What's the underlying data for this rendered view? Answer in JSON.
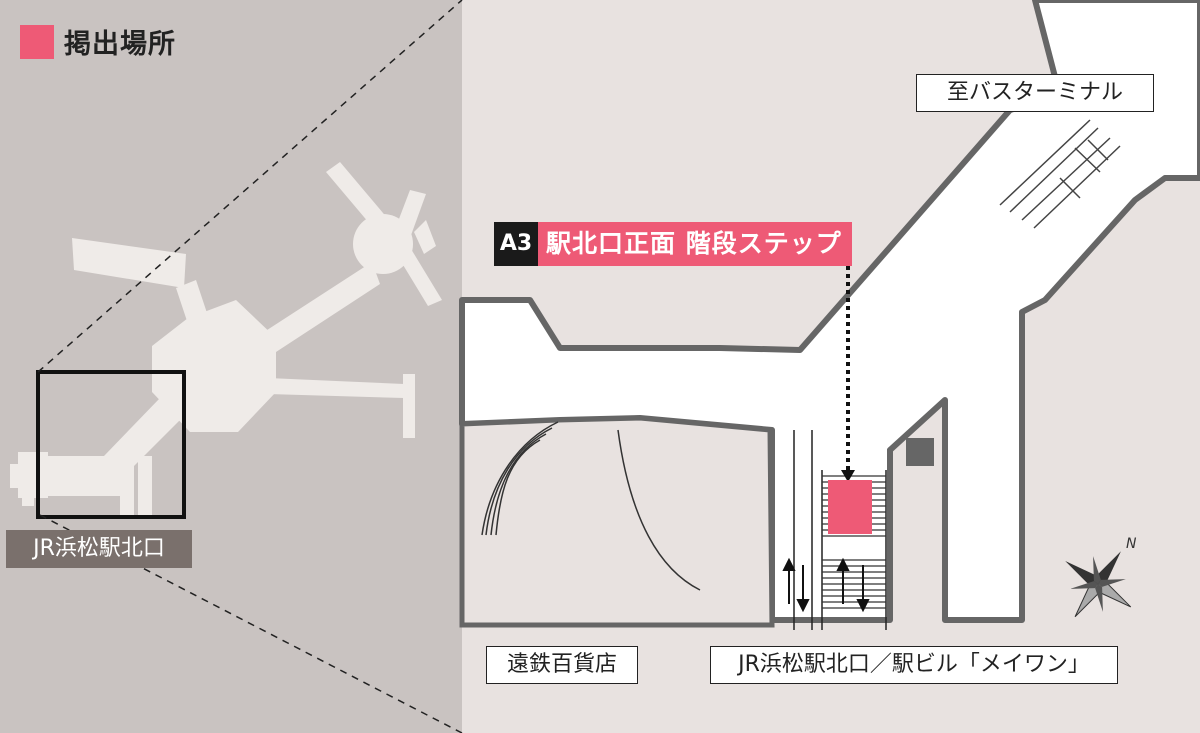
{
  "legend": {
    "label": "掲出場所",
    "color": "#ee5a76"
  },
  "overview": {
    "station_label": "JR浜松駅北口"
  },
  "detail": {
    "location_code": "A3",
    "location_name": "駅北口正面 階段ステップ",
    "labels": {
      "bus_terminal": "至バスターミナル",
      "department_store": "遠鉄百貨店",
      "station_building": "JR浜松駅北口／駅ビル「メイワン」"
    },
    "compass_label": "N"
  },
  "colors": {
    "overview_bg": "#c9c3c1",
    "detail_bg": "#e8e2e0",
    "walkway": "#ffffff",
    "marker": "#ee5a76",
    "outline": "#666666"
  }
}
